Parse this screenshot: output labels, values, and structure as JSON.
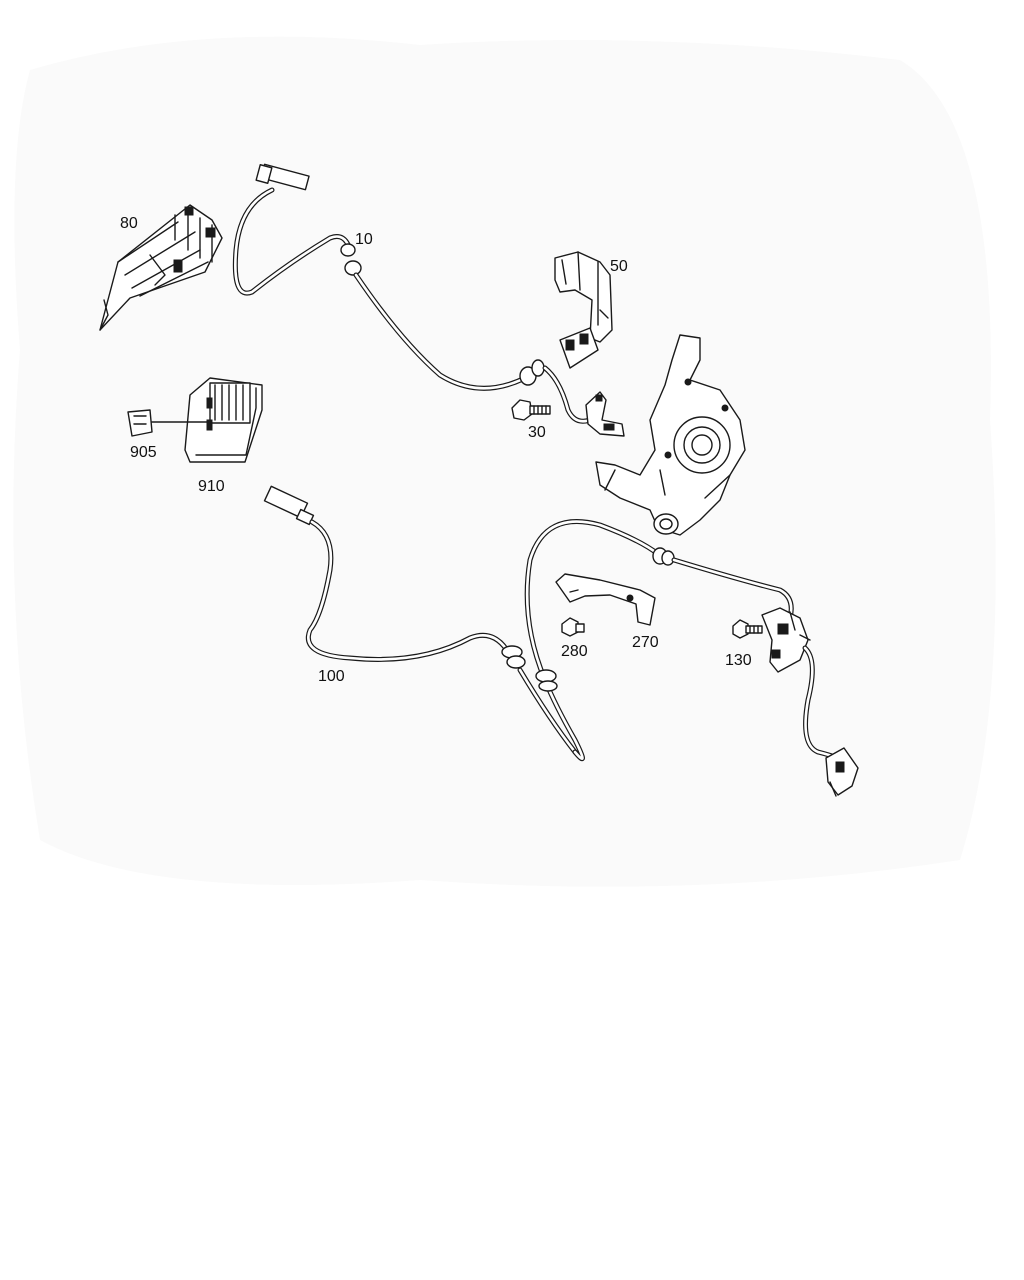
{
  "diagram": {
    "parts": [
      {
        "id": "p10",
        "label": "10"
      },
      {
        "id": "p30",
        "label": "30"
      },
      {
        "id": "p50",
        "label": "50"
      },
      {
        "id": "p80",
        "label": "80"
      },
      {
        "id": "p100",
        "label": "100"
      },
      {
        "id": "p130",
        "label": "130"
      },
      {
        "id": "p270",
        "label": "270"
      },
      {
        "id": "p280",
        "label": "280"
      },
      {
        "id": "p905",
        "label": "905"
      },
      {
        "id": "p910",
        "label": "910"
      }
    ]
  }
}
